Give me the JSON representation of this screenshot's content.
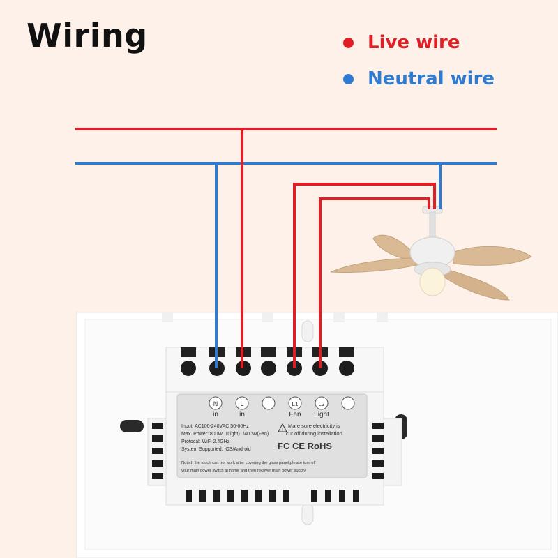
{
  "title": "Wiring",
  "legend": [
    {
      "label": "Live wire",
      "color": "#e01e25"
    },
    {
      "label": "Neutral wire",
      "color": "#2e7bd0"
    }
  ],
  "terminals": [
    {
      "letter": "N",
      "sub": "in"
    },
    {
      "letter": "L",
      "sub": "in"
    },
    {
      "letter": "",
      "sub": ""
    },
    {
      "letter": "L1",
      "sub": "Fan"
    },
    {
      "letter": "L2",
      "sub": "Light"
    },
    {
      "letter": "",
      "sub": ""
    }
  ],
  "label": {
    "input": "Input: AC100-240VAC 50-60Hz",
    "power": "Max. Power: 800W（Light）/400W(Fan)",
    "protocol": "Protocal: WiFi 2.4GHz",
    "system": "System Supported: IOS/Android",
    "warning1": "Mare sure electricity is",
    "warning2": "cut off during installation",
    "certs": "FC CE RoHS",
    "note1": "Note:If the touch can not work after covering the glass panel,please turn off",
    "note2": "your main power switch at home and then recover main power supply."
  },
  "device": "ceiling-fan-with-light"
}
